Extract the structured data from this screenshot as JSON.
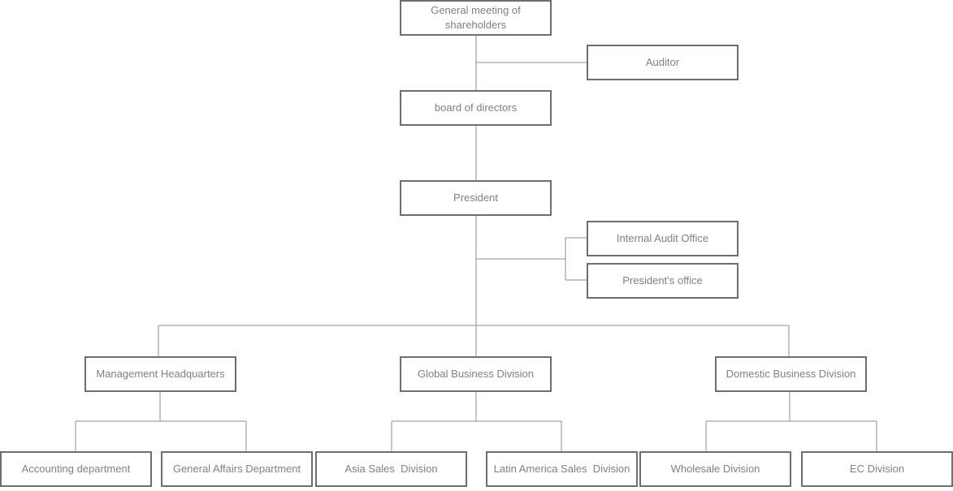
{
  "org_chart": {
    "general_meeting": "General meeting of\nshareholders",
    "auditor": "Auditor",
    "board": "board of directors",
    "president": "President",
    "internal_audit": "Internal Audit Office",
    "presidents_office": "President’s office",
    "management_hq": "Management Headquarters",
    "global_business": "Global Business Division",
    "domestic_business": "Domestic Business Division",
    "accounting": "Accounting department",
    "general_affairs": "General Affairs Department",
    "asia_sales": "Asia Sales  Division",
    "latam_sales": "Latin America Sales  Division",
    "wholesale": "Wholesale Division",
    "ec": "EC Division"
  },
  "colors": {
    "box_border": "#6e6e6e",
    "line": "#8c8c8c",
    "text": "#808080"
  }
}
